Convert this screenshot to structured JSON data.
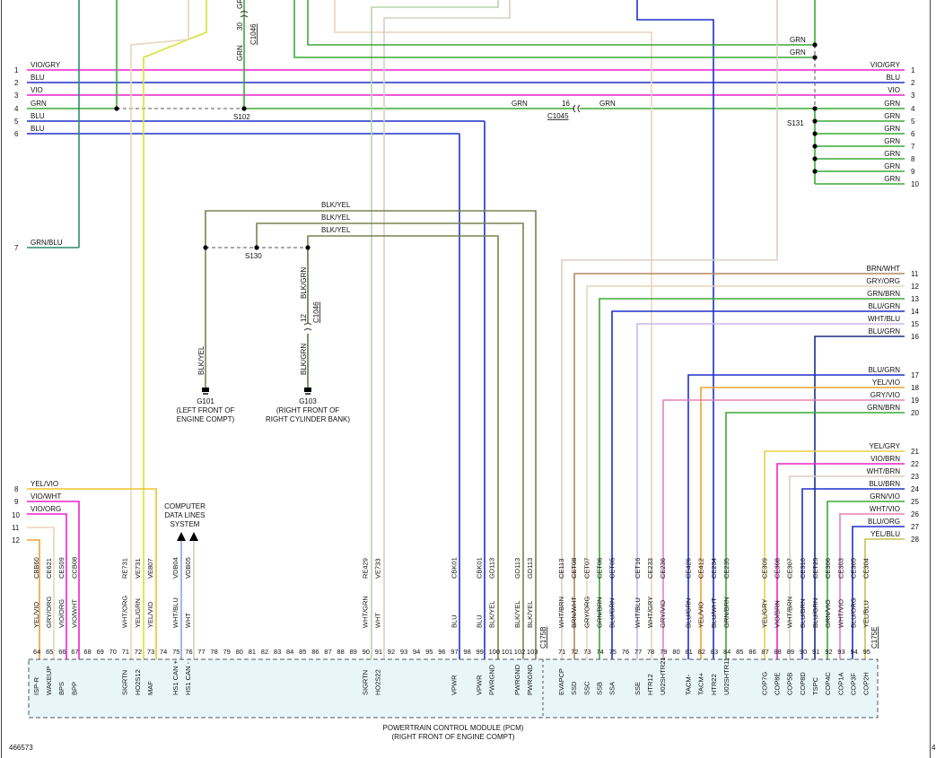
{
  "colors": {
    "VIO/GRY": "#ee22cc",
    "VIO": "#ee22cc",
    "BLU": "#1f2fcc",
    "GRN": "#3aaa35",
    "GRN/BLU": "#2d8a6a",
    "BLK/YEL": "#7a8450",
    "BLK/GRN": "#5a7a45",
    "YEL": "#d8e030",
    "TAN": "#ead4bc",
    "WHT": "#d8cfc2",
    "LTGRN": "#b5d6a8",
    "BRN": "#b08a60",
    "LAV": "#c8b8ee",
    "PINK": "#e680b8",
    "ORG": "#f2a030",
    "DKBLU": "#1a3080",
    "YELGRY": "#e8d040",
    "YELBLU": "#c8c050",
    "connector_fill": "#e8f6fa"
  },
  "top_labels": {
    "grn_30": "30",
    "grn_wire_a": "GRN",
    "grn_wire_b": "GR",
    "c1046": "C1046",
    "grn_right_1": "GRN",
    "grn_right_2": "GRN",
    "c1045_num": "16",
    "c1045_left": "GRN",
    "c1045_right": "GRN",
    "c1045": "C1045",
    "s102": "S102",
    "s131": "S131",
    "s130": "S130"
  },
  "left_wires": [
    {
      "num": "1",
      "color": "VIO/GRY"
    },
    {
      "num": "2",
      "color": "BLU"
    },
    {
      "num": "3",
      "color": "VIO"
    },
    {
      "num": "4",
      "color": "GRN"
    },
    {
      "num": "5",
      "color": "BLU"
    },
    {
      "num": "6",
      "color": "BLU"
    },
    {
      "num": "7",
      "color": "GRN/BLU"
    }
  ],
  "right_wires": [
    {
      "num": "1",
      "color": "VIO/GRY"
    },
    {
      "num": "2",
      "color": "BLU"
    },
    {
      "num": "3",
      "color": "VIO"
    },
    {
      "num": "4",
      "color": "GRN"
    },
    {
      "num": "5",
      "color": "GRN"
    },
    {
      "num": "6",
      "color": "GRN"
    },
    {
      "num": "7",
      "color": "GRN"
    },
    {
      "num": "8",
      "color": "GRN"
    },
    {
      "num": "9",
      "color": "GRN"
    },
    {
      "num": "10",
      "color": "GRN"
    },
    {
      "num": "11",
      "color": "BRN/WHT"
    },
    {
      "num": "12",
      "color": "GRY/ORG"
    },
    {
      "num": "13",
      "color": "GRN/BRN"
    },
    {
      "num": "14",
      "color": "BLU/GRN"
    },
    {
      "num": "15",
      "color": "WHT/BLU"
    },
    {
      "num": "16",
      "color": "BLU/GRN"
    },
    {
      "num": "17",
      "color": "BLU/GRN"
    },
    {
      "num": "18",
      "color": "YEL/VIO"
    },
    {
      "num": "19",
      "color": "GRY/VIO"
    },
    {
      "num": "20",
      "color": "GRN/BRN"
    },
    {
      "num": "21",
      "color": "YEL/GRY"
    },
    {
      "num": "22",
      "color": "VIO/BRN"
    },
    {
      "num": "23",
      "color": "WHT/BRN"
    },
    {
      "num": "24",
      "color": "BLU/BRN"
    },
    {
      "num": "25",
      "color": "GRN/VIO"
    },
    {
      "num": "26",
      "color": "WHT/VIO"
    },
    {
      "num": "27",
      "color": "BLU/ORG"
    },
    {
      "num": "28",
      "color": "YEL/BLU"
    }
  ],
  "left_lower_wires": [
    {
      "num": "8",
      "color": "YEL/VIO"
    },
    {
      "num": "9",
      "color": "VIO/WHT"
    },
    {
      "num": "10",
      "color": "VIO/ORG"
    },
    {
      "num": "11",
      "color": ""
    },
    {
      "num": "12",
      "color": ""
    }
  ],
  "blk_yel_labels": [
    "BLK/YEL",
    "BLK/YEL",
    "BLK/YEL"
  ],
  "grounds": {
    "g101_vert": "BLK/YEL",
    "g101": "G101",
    "g101_l1": "(LEFT FRONT OF",
    "g101_l2": "ENGINE COMPT)",
    "g103_vert_top": "BLK/GRN",
    "g103_vert_bot": "BLK/GRN",
    "g103_num": "12",
    "g103_conn": "C1046",
    "g103": "G103",
    "g103_l1": "(RIGHT FRONT OF",
    "g103_l2": "RIGHT CYLINDER BANK)"
  },
  "data_lines": {
    "l1": "COMPUTER",
    "l2": "DATA LINES",
    "l3": "SYSTEM"
  },
  "pins": [
    {
      "pin": "64",
      "circuit": "CBB60",
      "color": "YEL/VIO",
      "func": "ISP-R"
    },
    {
      "pin": "65",
      "circuit": "CE621",
      "color": "GRY/ORG",
      "func": "WAKEUP"
    },
    {
      "pin": "66",
      "circuit": "CES09",
      "color": "VIO/ORG",
      "func": "BPS"
    },
    {
      "pin": "67",
      "circuit": "CCB08",
      "color": "VIO/WHT",
      "func": "BPP"
    },
    {
      "pin": "68",
      "circuit": "",
      "color": "",
      "func": ""
    },
    {
      "pin": "69",
      "circuit": "",
      "color": "",
      "func": ""
    },
    {
      "pin": "70",
      "circuit": "",
      "color": "",
      "func": ""
    },
    {
      "pin": "71",
      "circuit": "RE731",
      "color": "WHT/ORG",
      "func": "SIGRTN"
    },
    {
      "pin": "72",
      "circuit": "VE731",
      "color": "YEL/GRN",
      "func": "HO2S12"
    },
    {
      "pin": "73",
      "circuit": "VE807",
      "color": "YEL/VIO",
      "func": "MAF"
    },
    {
      "pin": "74",
      "circuit": "",
      "color": "",
      "func": ""
    },
    {
      "pin": "75",
      "circuit": "VDB04",
      "color": "WHT/BLU",
      "func": "HS1 CAN +"
    },
    {
      "pin": "76",
      "circuit": "VDB05",
      "color": "WHT",
      "func": "HS1 CAN -"
    },
    {
      "pin": "77",
      "circuit": "",
      "color": "",
      "func": ""
    },
    {
      "pin": "78",
      "circuit": "",
      "color": "",
      "func": ""
    },
    {
      "pin": "79",
      "circuit": "",
      "color": "",
      "func": ""
    },
    {
      "pin": "80",
      "circuit": "",
      "color": "",
      "func": ""
    },
    {
      "pin": "81",
      "circuit": "",
      "color": "",
      "func": ""
    },
    {
      "pin": "82",
      "circuit": "",
      "color": "",
      "func": ""
    },
    {
      "pin": "83",
      "circuit": "",
      "color": "",
      "func": ""
    },
    {
      "pin": "84",
      "circuit": "",
      "color": "",
      "func": ""
    },
    {
      "pin": "85",
      "circuit": "",
      "color": "",
      "func": ""
    },
    {
      "pin": "86",
      "circuit": "",
      "color": "",
      "func": ""
    },
    {
      "pin": "87",
      "circuit": "",
      "color": "",
      "func": ""
    },
    {
      "pin": "88",
      "circuit": "",
      "color": "",
      "func": ""
    },
    {
      "pin": "89",
      "circuit": "",
      "color": "",
      "func": ""
    },
    {
      "pin": "90",
      "circuit": "RE429",
      "color": "WHT/GRN",
      "func": "SIGRTN"
    },
    {
      "pin": "91",
      "circuit": "VE733",
      "color": "WHT",
      "func": "HO2S22"
    },
    {
      "pin": "92",
      "circuit": "",
      "color": "",
      "func": ""
    },
    {
      "pin": "93",
      "circuit": "",
      "color": "",
      "func": ""
    },
    {
      "pin": "94",
      "circuit": "",
      "color": "",
      "func": ""
    },
    {
      "pin": "95",
      "circuit": "",
      "color": "",
      "func": ""
    },
    {
      "pin": "96",
      "circuit": "",
      "color": "",
      "func": ""
    },
    {
      "pin": "97",
      "circuit": "CBK01",
      "color": "BLU",
      "func": "VPWR"
    },
    {
      "pin": "98",
      "circuit": "",
      "color": "",
      "func": ""
    },
    {
      "pin": "99",
      "circuit": "CBK01",
      "color": "BLU",
      "func": "VPWR"
    },
    {
      "pin": "100",
      "circuit": "GD113",
      "color": "BLK/YEL",
      "func": "PWRGND"
    },
    {
      "pin": "101",
      "circuit": "",
      "color": "",
      "func": ""
    },
    {
      "pin": "102",
      "circuit": "GD113",
      "color": "BLK/YEL",
      "func": "PWRGND"
    },
    {
      "pin": "103",
      "circuit": "GD113",
      "color": "BLK/YEL",
      "func": "PWRGND"
    },
    {
      "pin": "71",
      "circuit": "CE113",
      "color": "WHT/BRN",
      "func": "EVAPCP"
    },
    {
      "pin": "72",
      "circuit": "CET08",
      "color": "BRN/WHT",
      "func": "SSD"
    },
    {
      "pin": "73",
      "circuit": "CET07",
      "color": "GRY/ORG",
      "func": "SSC"
    },
    {
      "pin": "74",
      "circuit": "CET06",
      "color": "GRN/BRN",
      "func": "SSB"
    },
    {
      "pin": "75",
      "circuit": "CET05",
      "color": "BLU/GRN",
      "func": "SSA"
    },
    {
      "pin": "76",
      "circuit": "",
      "color": "",
      "func": ""
    },
    {
      "pin": "77",
      "circuit": "CET16",
      "color": "WHT/BLU",
      "func": "SSE"
    },
    {
      "pin": "78",
      "circuit": "CE233",
      "color": "WHT/GRY",
      "func": "HTR12"
    },
    {
      "pin": "79",
      "circuit": "CE236",
      "color": "GRY/VIO",
      "func": "U02SHTR21"
    },
    {
      "pin": "80",
      "circuit": "",
      "color": "",
      "func": ""
    },
    {
      "pin": "81",
      "circuit": "CE426",
      "color": "BLU/GRN",
      "func": "TACM-"
    },
    {
      "pin": "82",
      "circuit": "CE412",
      "color": "YEL/VIO",
      "func": "TACM+"
    },
    {
      "pin": "83",
      "circuit": "CE234",
      "color": "BLU/WHT",
      "func": "HTR22"
    },
    {
      "pin": "84",
      "circuit": "CE235",
      "color": "GRN/BRN",
      "func": "U02SHTR11"
    },
    {
      "pin": "85",
      "circuit": "",
      "color": "",
      "func": ""
    },
    {
      "pin": "86",
      "circuit": "",
      "color": "",
      "func": ""
    },
    {
      "pin": "87",
      "circuit": "CE309",
      "color": "YEL/GRY",
      "func": "COP7G"
    },
    {
      "pin": "88",
      "circuit": "CE308",
      "color": "VIO/BRN",
      "func": "COP8E"
    },
    {
      "pin": "89",
      "circuit": "CE307",
      "color": "WHT/BRN",
      "func": "COP5B"
    },
    {
      "pin": "90",
      "circuit": "CE310",
      "color": "BLU/BRN",
      "func": "COP8D"
    },
    {
      "pin": "91",
      "circuit": "CET25",
      "color": "BLU/GRN",
      "func": "TSPC"
    },
    {
      "pin": "92",
      "circuit": "CE306",
      "color": "GRN/VIO",
      "func": "COP4C"
    },
    {
      "pin": "93",
      "circuit": "CE303",
      "color": "WHT/VIO",
      "func": "COP1A"
    },
    {
      "pin": "94",
      "circuit": "CE305",
      "color": "BLU/ORG",
      "func": "COP3F"
    },
    {
      "pin": "95",
      "circuit": "CE304",
      "color": "YEL/BLU",
      "func": "COP2H"
    }
  ],
  "connectors": {
    "c175b": "C175B",
    "c175e": "C175E"
  },
  "pcm": {
    "title": "POWERTRAIN CONTROL MODULE (PCM)",
    "subtitle": "(RIGHT FRONT OF ENGINE COMPT)"
  },
  "footer": {
    "diagram_id": "466573",
    "page_num": "4"
  }
}
